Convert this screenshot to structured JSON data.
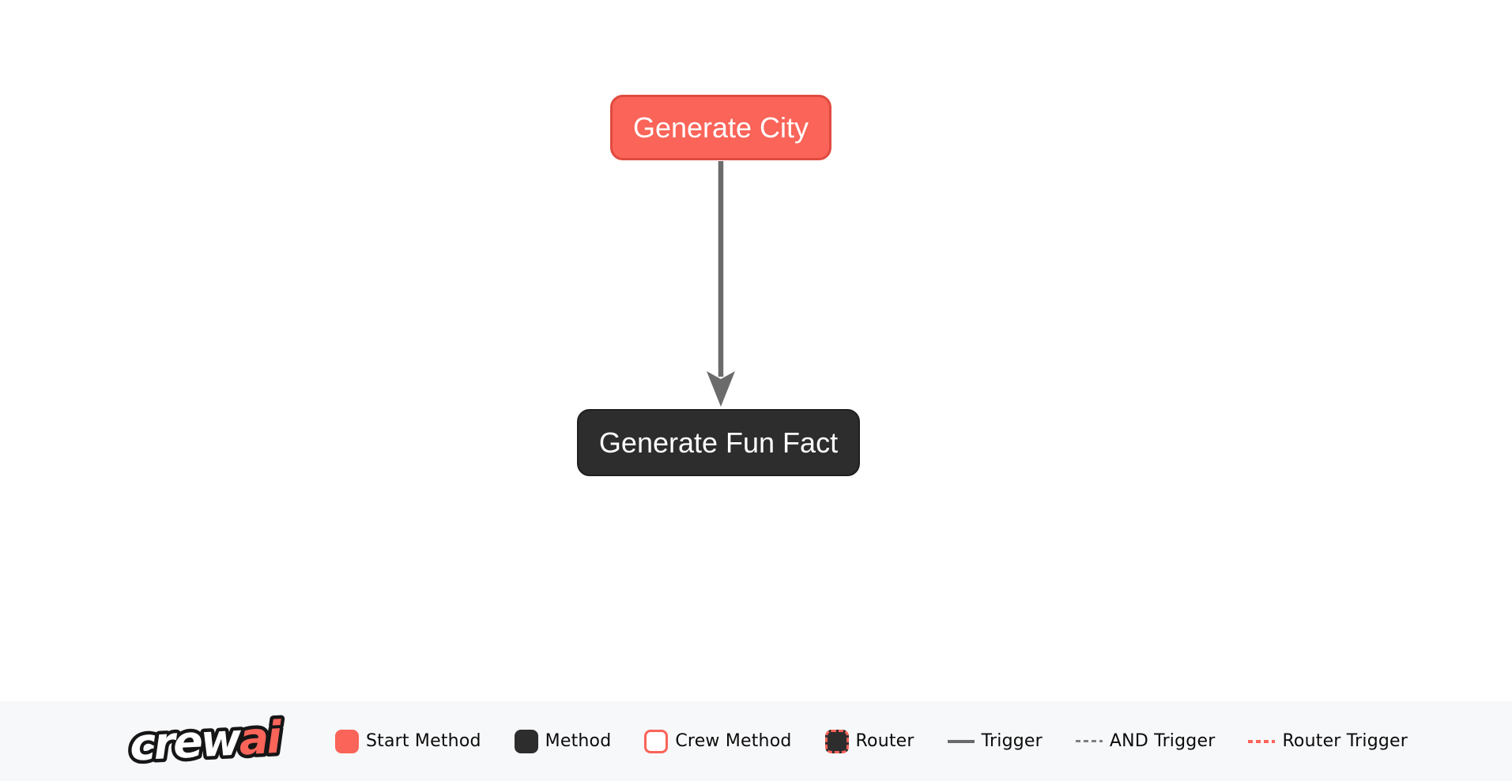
{
  "colors": {
    "red": "#FA6459",
    "red-border": "#E04B40",
    "dark": "#2D2D2D",
    "dark-border": "#1F1F1F",
    "edge": "#6B6B6B",
    "legend-bg": "#F7F8FA",
    "trigger-gray": "#6A6A6A",
    "and-trigger-gray": "#808080",
    "legend-text": "#0B0B0B",
    "node-text": "#FFFFFF",
    "canvas-bg": "#FFFFFF"
  },
  "flow": {
    "nodes": [
      {
        "id": "generate-city",
        "label": "Generate City",
        "type": "start-method"
      },
      {
        "id": "generate-fun-fact",
        "label": "Generate Fun Fact",
        "type": "method"
      }
    ],
    "edges": [
      {
        "from": "generate-city",
        "to": "generate-fun-fact",
        "type": "trigger"
      }
    ]
  },
  "legend": {
    "logo": {
      "part1": "crew",
      "part2": "ai"
    },
    "items": [
      {
        "label": "Start Method",
        "swatch": "start-method"
      },
      {
        "label": "Method",
        "swatch": "method"
      },
      {
        "label": "Crew Method",
        "swatch": "crew-method"
      },
      {
        "label": "Router",
        "swatch": "router"
      },
      {
        "label": "Trigger",
        "swatch": "trigger-line"
      },
      {
        "label": "AND Trigger",
        "swatch": "and-trigger-line"
      },
      {
        "label": "Router Trigger",
        "swatch": "router-trigger-line"
      }
    ]
  }
}
